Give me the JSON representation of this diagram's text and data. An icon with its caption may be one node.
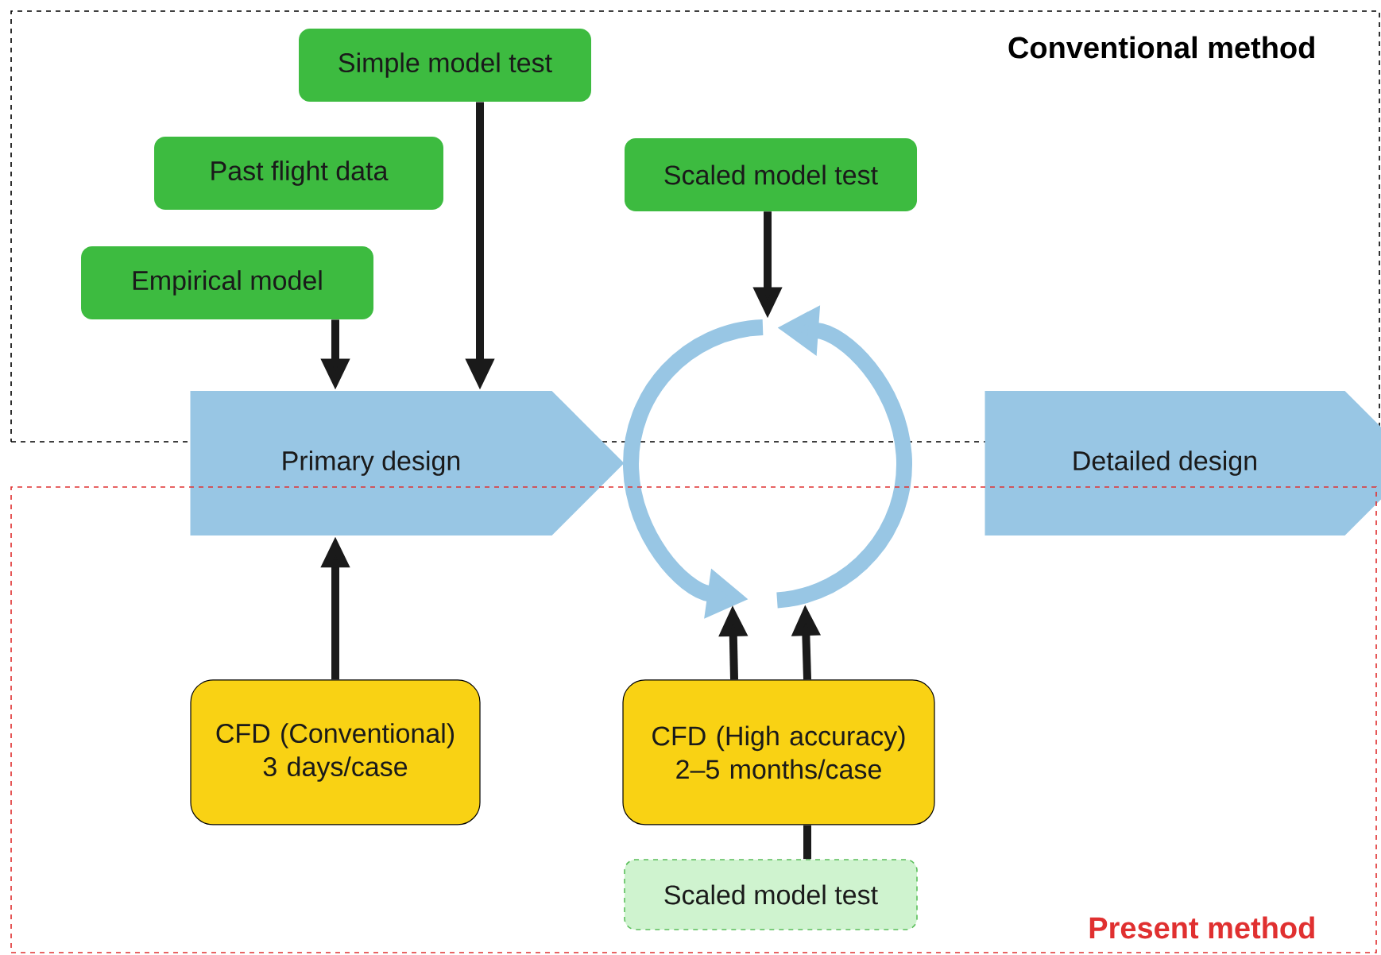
{
  "diagram": {
    "nodes": [
      {
        "text": [
          "Conventional method"
        ]
      },
      {
        "text": [
          "Simple model test"
        ],
        "in": 0
      },
      {
        "text": [
          "Past flight data"
        ],
        "in": 0
      },
      {
        "text": [
          "Scaled model test"
        ],
        "in": 0
      },
      {
        "text": [
          "Empirical model"
        ],
        "in": 0
      },
      {
        "text": [
          "Primary design"
        ]
      },
      {
        "text": [],
        "shape": "circle"
      },
      {
        "text": [
          "Detailed design"
        ]
      },
      {
        "text": [
          "Present method"
        ]
      },
      {
        "text": [
          "CFD (Conventional) 3 days/case"
        ],
        "in": 8
      },
      {
        "text": [
          "CFD (High accuracy) 2–5 months/case"
        ],
        "in": 8
      },
      {
        "text": [
          "Scaled model test"
        ],
        "in": 8
      }
    ],
    "edges": [
      {
        "from": 4,
        "to": 5,
        "arrow": "to"
      },
      {
        "from": 1,
        "to": 5,
        "arrow": "to"
      },
      {
        "from": 3,
        "to": 6,
        "arrow": "to"
      },
      {
        "from": 9,
        "to": 5,
        "arrow": "to"
      },
      {
        "from": 10,
        "to": 6,
        "arrow": "to"
      },
      {
        "from": 10,
        "to": 6,
        "arrow": "to"
      },
      {
        "from": 11,
        "to": 10,
        "arrow": "none"
      }
    ]
  }
}
